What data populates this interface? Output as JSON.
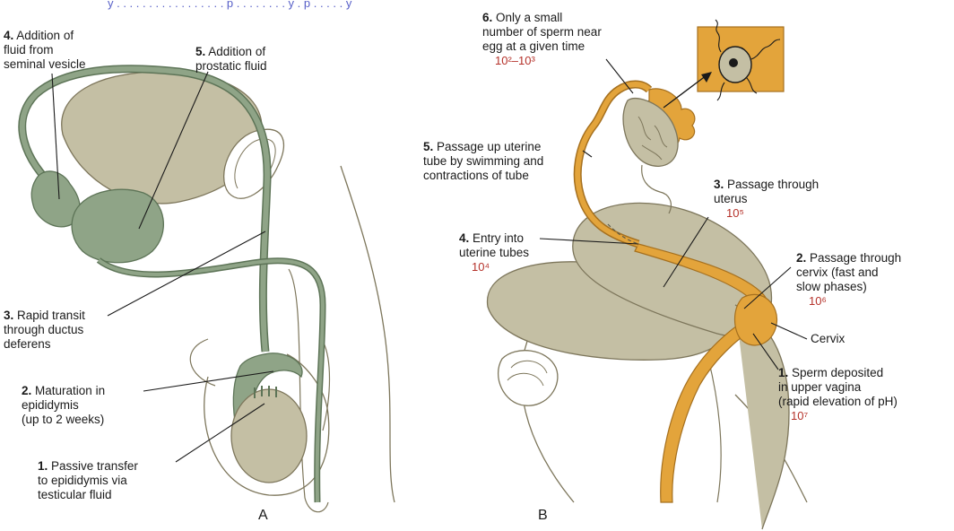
{
  "caption_fragment": "y . . . . . . . . . . . . . . . . . p . . . . . . . . y . p . . . . . y",
  "panel_a": {
    "letter": "A",
    "labels": [
      {
        "num": "4.",
        "text": "Addition of\nfluid from\nseminal vesicle"
      },
      {
        "num": "5.",
        "text": "Addition of\nprostatic fluid"
      },
      {
        "num": "3.",
        "text": "Rapid transit\nthrough ductus\ndeferens"
      },
      {
        "num": "2.",
        "text": "Maturation in\nepididymis\n(up to 2 weeks)"
      },
      {
        "num": "1.",
        "text": "Passive transfer\nto epididymis via\ntesticular fluid"
      }
    ]
  },
  "panel_b": {
    "letter": "B",
    "labels": [
      {
        "num": "6.",
        "text": "Only a small\nnumber of sperm near\negg at a given time",
        "count": "10²–10³"
      },
      {
        "num": "5.",
        "text": "Passage up uterine\ntube by swimming and\ncontractions of tube",
        "count": ""
      },
      {
        "num": "3.",
        "text": "Passage through\nuterus",
        "count": "10⁵"
      },
      {
        "num": "4.",
        "text": "Entry into\nuterine tubes",
        "count": "10⁴"
      },
      {
        "num": "2.",
        "text": "Passage through\ncervix (fast and\nslow phases)",
        "count": "10⁶"
      },
      {
        "num": "",
        "text": "Cervix",
        "count": ""
      },
      {
        "num": "1.",
        "text": "Sperm deposited\nin upper vagina\n(rapid elevation of pH)",
        "count": "10⁷"
      }
    ]
  },
  "colors": {
    "male_duct": "#8fa487",
    "male_duct_edge": "#5d7457",
    "organ_fill": "#c4bfa4",
    "organ_edge": "#7d765b",
    "female_tract": "#e3a43b",
    "female_tract_edge": "#a5701f",
    "count_text": "#b5322a"
  }
}
